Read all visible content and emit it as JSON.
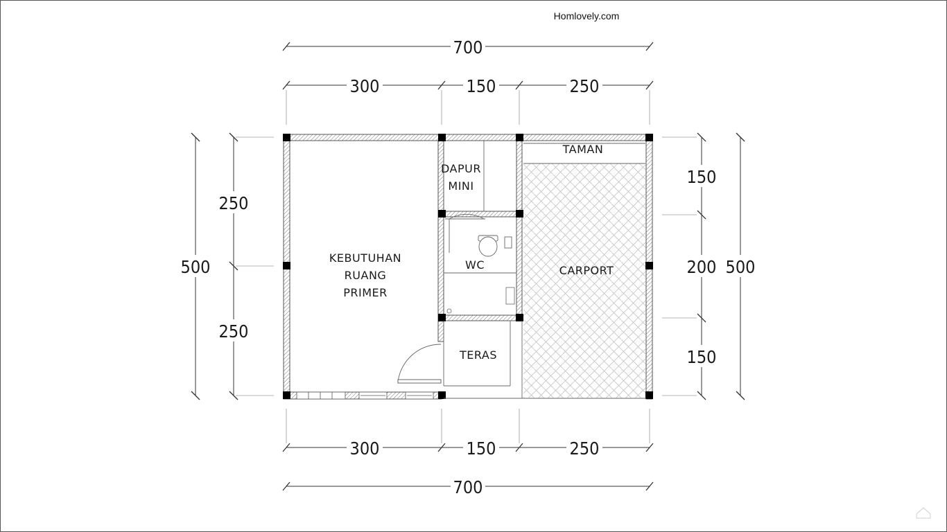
{
  "site_label": "Homlovely.com",
  "dimensions": {
    "top_total": "700",
    "top_segments": [
      "300",
      "150",
      "250"
    ],
    "bottom_segments": [
      "300",
      "150",
      "250"
    ],
    "bottom_total": "700",
    "left_total": "500",
    "left_segments": [
      "250",
      "250"
    ],
    "right_segments": [
      "150",
      "200",
      "150"
    ],
    "right_total": "500"
  },
  "rooms": {
    "taman": "TAMAN",
    "dapur_line1": "DAPUR",
    "dapur_line2": "MINI",
    "primary_line1": "KEBUTUHAN",
    "primary_line2": "RUANG",
    "primary_line3": "PRIMER",
    "wc": "WC",
    "carport": "CARPORT",
    "teras": "TERAS"
  }
}
